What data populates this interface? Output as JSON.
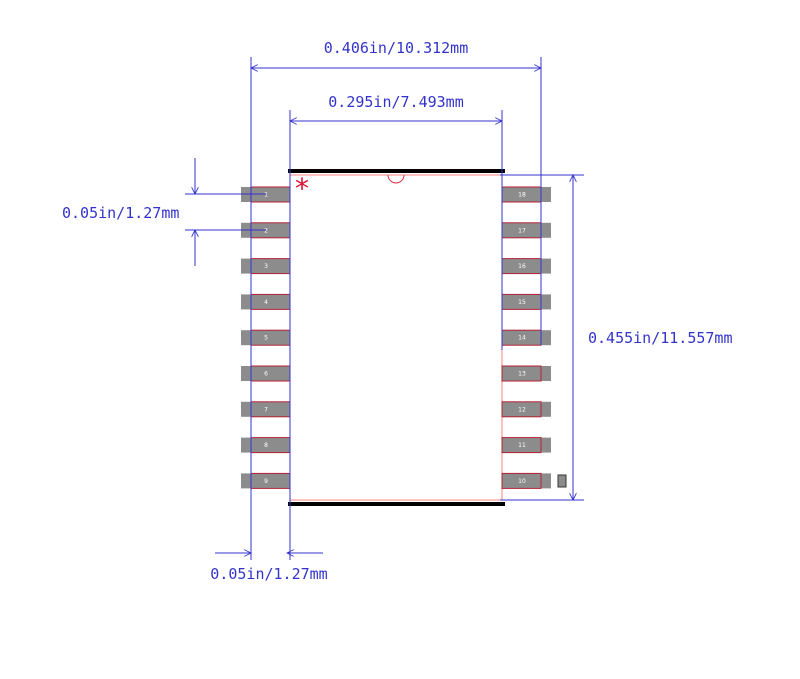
{
  "colors": {
    "dimension": "#3333cc",
    "pad": "#8c8c8c",
    "pad_outline": "#b22234",
    "body_outline": "#ff8080",
    "silkscreen": "#000000",
    "pin1_marker": "#dd1133",
    "pin_number": "#ffffff"
  },
  "dimensions": {
    "overall_width": "0.406in/10.312mm",
    "body_width": "0.295in/7.493mm",
    "pitch_vertical": "0.05in/1.27mm",
    "pitch_horizontal": "0.05in/1.27mm",
    "overall_height": "0.455in/11.557mm"
  },
  "pin1_marker": "*",
  "pins_left": [
    "1",
    "2",
    "3",
    "4",
    "5",
    "6",
    "7",
    "8",
    "9"
  ],
  "pins_right": [
    "18",
    "17",
    "16",
    "15",
    "14",
    "13",
    "12",
    "11",
    "10"
  ]
}
